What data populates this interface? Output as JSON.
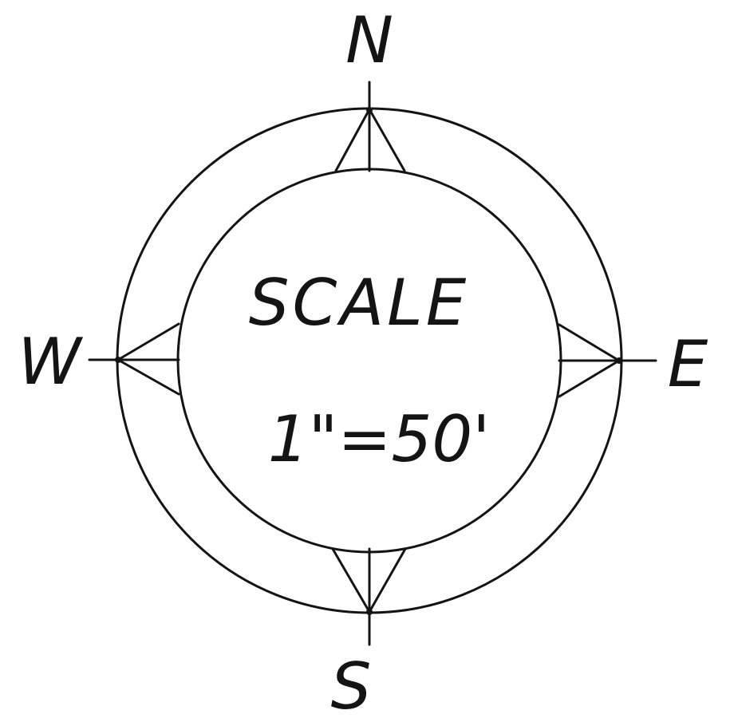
{
  "compass": {
    "north": "N",
    "south": "S",
    "east": "E",
    "west": "W"
  },
  "scale": {
    "title": "SCALE",
    "value": "1\"=50'"
  },
  "colors": {
    "ink": "#141414",
    "background": "#ffffff"
  }
}
